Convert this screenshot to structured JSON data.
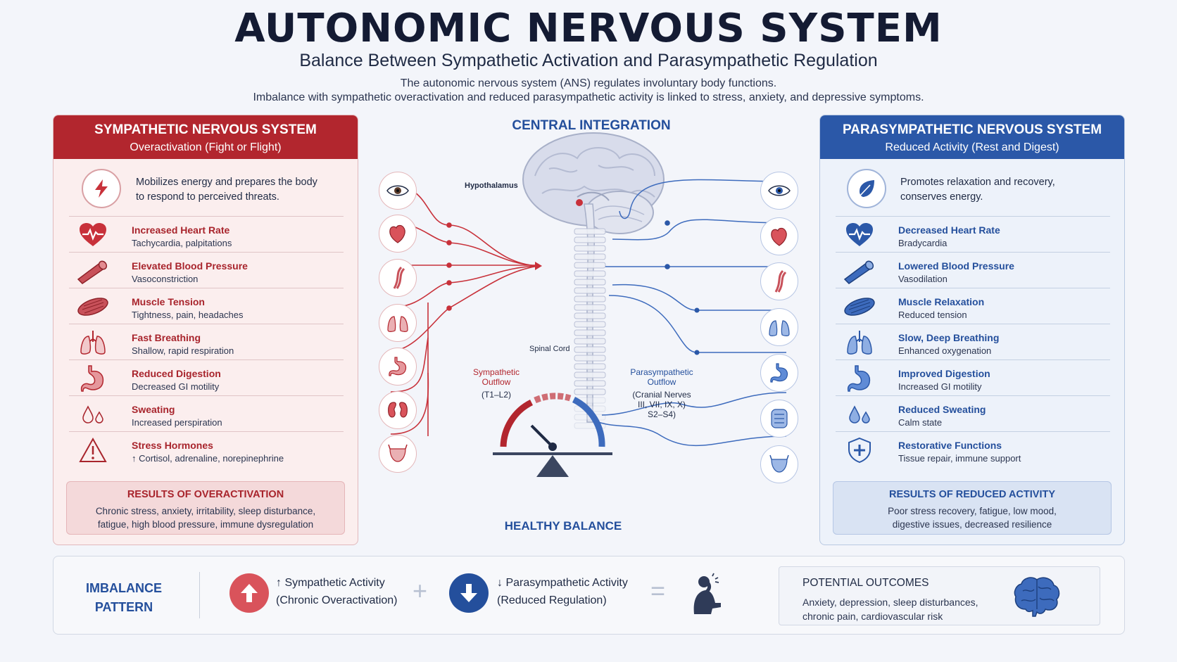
{
  "header": {
    "title": "AUTONOMIC NERVOUS SYSTEM",
    "subtitle": "Balance Between Sympathetic Activation and Parasympathetic Regulation",
    "intro_line1": "The autonomic nervous system (ANS) regulates involuntary body functions.",
    "intro_line2": "Imbalance with sympathetic overactivation and reduced parasympathetic activity is linked to stress, anxiety, and depressive symptoms."
  },
  "sympathetic": {
    "title": "SYMPATHETIC NERVOUS SYSTEM",
    "subtitle": "Overactivation (Fight or Flight)",
    "intro_line1": "Mobilizes energy and prepares the body",
    "intro_line2": "to respond to perceived threats.",
    "items": [
      {
        "title": "Increased Heart Rate",
        "sub": "Tachycardia, palpitations",
        "icon": "heart-icon"
      },
      {
        "title": "Elevated Blood Pressure",
        "sub": "Vasoconstriction",
        "icon": "blood-vessel-icon"
      },
      {
        "title": "Muscle Tension",
        "sub": "Tightness, pain, headaches",
        "icon": "muscle-icon"
      },
      {
        "title": "Fast Breathing",
        "sub": "Shallow, rapid respiration",
        "icon": "lungs-icon"
      },
      {
        "title": "Reduced Digestion",
        "sub": "Decreased GI motility",
        "icon": "stomach-icon"
      },
      {
        "title": "Sweating",
        "sub": "Increased perspiration",
        "icon": "sweat-drops-icon"
      },
      {
        "title": "Stress Hormones",
        "sub": "↑ Cortisol, adrenaline, norepinephrine",
        "icon": "warning-icon"
      }
    ],
    "results_title": "RESULTS OF OVERACTIVATION",
    "results_line1": "Chronic stress, anxiety, irritability, sleep disturbance,",
    "results_line2": "fatigue, high blood pressure, immune dysregulation"
  },
  "parasympathetic": {
    "title": "PARASYMPATHETIC NERVOUS SYSTEM",
    "subtitle": "Reduced Activity (Rest and Digest)",
    "intro_line1": "Promotes relaxation and recovery,",
    "intro_line2": "conserves energy.",
    "items": [
      {
        "title": "Decreased Heart Rate",
        "sub": "Bradycardia",
        "icon": "heart-icon"
      },
      {
        "title": "Lowered Blood Pressure",
        "sub": "Vasodilation",
        "icon": "blood-vessel-icon"
      },
      {
        "title": "Muscle Relaxation",
        "sub": "Reduced tension",
        "icon": "muscle-icon"
      },
      {
        "title": "Slow, Deep Breathing",
        "sub": "Enhanced oxygenation",
        "icon": "lungs-icon"
      },
      {
        "title": "Improved Digestion",
        "sub": "Increased GI motility",
        "icon": "stomach-icon"
      },
      {
        "title": "Reduced Sweating",
        "sub": "Calm state",
        "icon": "sweat-drops-icon"
      },
      {
        "title": "Restorative Functions",
        "sub": "Tissue repair, immune support",
        "icon": "shield-plus-icon"
      }
    ],
    "results_title": "RESULTS OF REDUCED ACTIVITY",
    "results_line1": "Poor stress recovery, fatigue, low mood,",
    "results_line2": "digestive issues, decreased resilience"
  },
  "center": {
    "title": "CENTRAL INTEGRATION",
    "hypothalamus": "Hypothalamus",
    "spinal_cord": "Spinal Cord",
    "symp_outflow_1": "Sympathetic",
    "symp_outflow_2": "Outflow",
    "symp_outflow_3": "(T1–L2)",
    "para_outflow_1": "Parasympathetic",
    "para_outflow_2": "Outflow",
    "para_outflow_3": "(Cranial Nerves",
    "para_outflow_4": "III, VII, IX, X)",
    "para_outflow_5": "S2–S4)",
    "balance_label": "HEALTHY BALANCE"
  },
  "bottom": {
    "pattern_line1": "IMBALANCE",
    "pattern_line2": "PATTERN",
    "symp_title": "↑ Sympathetic Activity",
    "symp_sub": "(Chronic Overactivation)",
    "plus": "+",
    "para_title": "↓ Parasympathetic Activity",
    "para_sub": "(Reduced Regulation)",
    "equals": "=",
    "outcomes_title": "POTENTIAL OUTCOMES",
    "outcomes_line1": "Anxiety, depression, sleep disturbances,",
    "outcomes_line2": "chronic pain, cardiovascular risk"
  },
  "colors": {
    "sympathetic": "#b2262e",
    "parasympathetic": "#2b58a8",
    "background": "#f3f5fa"
  }
}
